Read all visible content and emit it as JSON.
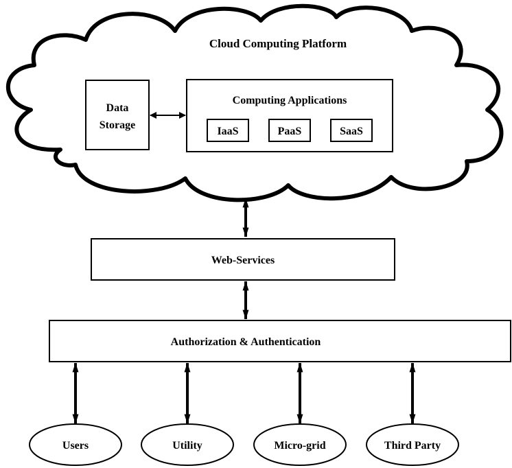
{
  "diagram": {
    "cloud": {
      "title": "Cloud Computing Platform"
    },
    "data_storage": {
      "line1": "Data",
      "line2": "Storage"
    },
    "computing_applications": {
      "title": "Computing Applications",
      "services": [
        "IaaS",
        "PaaS",
        "SaaS"
      ]
    },
    "web_services": {
      "label": "Web-Services"
    },
    "auth": {
      "label": "Authorization & Authentication"
    },
    "clients": [
      "Users",
      "Utility",
      "Micro-grid",
      "Third Party"
    ],
    "connections": [
      {
        "from": "Data Storage",
        "to": "Computing Applications",
        "direction": "bidirectional"
      },
      {
        "from": "Cloud Computing Platform",
        "to": "Web-Services",
        "direction": "bidirectional"
      },
      {
        "from": "Web-Services",
        "to": "Authorization & Authentication",
        "direction": "bidirectional"
      },
      {
        "from": "Authorization & Authentication",
        "to": "Users",
        "direction": "bidirectional"
      },
      {
        "from": "Authorization & Authentication",
        "to": "Utility",
        "direction": "bidirectional"
      },
      {
        "from": "Authorization & Authentication",
        "to": "Micro-grid",
        "direction": "bidirectional"
      },
      {
        "from": "Authorization & Authentication",
        "to": "Third Party",
        "direction": "bidirectional"
      }
    ]
  }
}
